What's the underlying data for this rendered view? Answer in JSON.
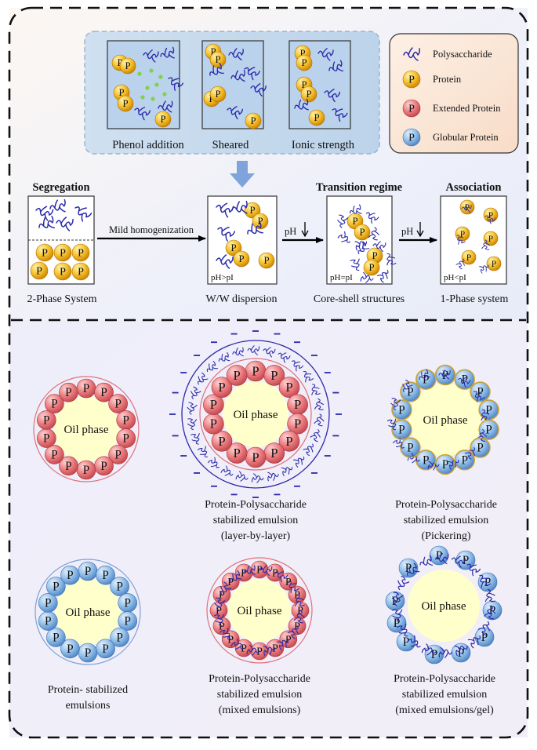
{
  "legend": {
    "polysaccharide": "Polysaccharide",
    "protein": "Protein",
    "extended_protein": "Extended Protein",
    "globular_protein": "Globular Protein"
  },
  "protein_letter": "P",
  "conditions": {
    "phenol": "Phenol addition",
    "sheared": "Sheared",
    "ionic": "Ionic strength"
  },
  "phases": {
    "segregation": "Segregation",
    "transition": "Transition regime",
    "association": "Association",
    "mild_homogenization": "Mild homogenization",
    "ph_arrow": "pH",
    "ph_gt": "pH>pI",
    "ph_eq": "pH=pI",
    "ph_lt": "pH<pI",
    "two_phase": "2-Phase System",
    "ww": "W/W dispersion",
    "core_shell": "Core-shell structures",
    "one_phase": "1-Phase system"
  },
  "emulsions": {
    "oil": "Oil phase",
    "lbl": [
      "Protein-Polysaccharide",
      "stabilized emulsion",
      "(layer-by-layer)"
    ],
    "pickering": [
      "Protein-Polysaccharide",
      "stabilized emulsion",
      "(Pickering)"
    ],
    "protein_stab": [
      "Protein- stabilized",
      "emulsions"
    ],
    "mixed": [
      "Protein-Polysaccharide",
      "stabilized emulsion",
      "(mixed emulsions)"
    ],
    "mixed_gel": [
      "Protein-Polysaccharide",
      "stabilized emulsion",
      "(mixed emulsions/gel)"
    ]
  },
  "colors": {
    "protein_yellow": "#f2b21c",
    "protein_red": "#e56f73",
    "protein_blue": "#7fb3e3",
    "polysaccharide": "#2a2aa8",
    "oil": "#ffffcc",
    "arrow_blue": "#7fa4dc"
  }
}
